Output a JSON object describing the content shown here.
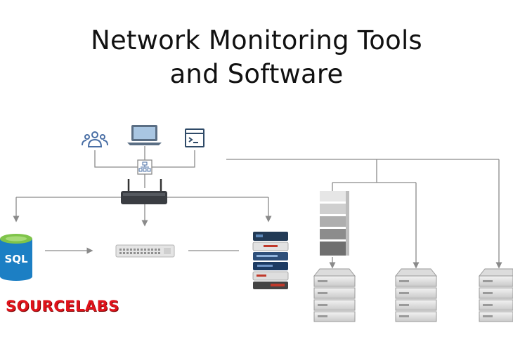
{
  "title": {
    "line1": "Network Monitoring Tools",
    "line2": "and Software"
  },
  "sql_label": "SQL",
  "brand": "SOURCELABS",
  "icons": {
    "users": "users-icon",
    "laptop": "laptop-icon",
    "terminal": "terminal-icon",
    "hub": "network-hub-icon",
    "router": "router-icon",
    "database": "sql-database-icon",
    "switch": "network-switch-icon",
    "firewall_stack": "firewall-stack-icon",
    "storage": "storage-array-icon",
    "server": "server-icon"
  },
  "colors": {
    "line": "#8a8a8a",
    "sql_blue": "#1c7fc4",
    "brand_red": "#e0131b"
  }
}
